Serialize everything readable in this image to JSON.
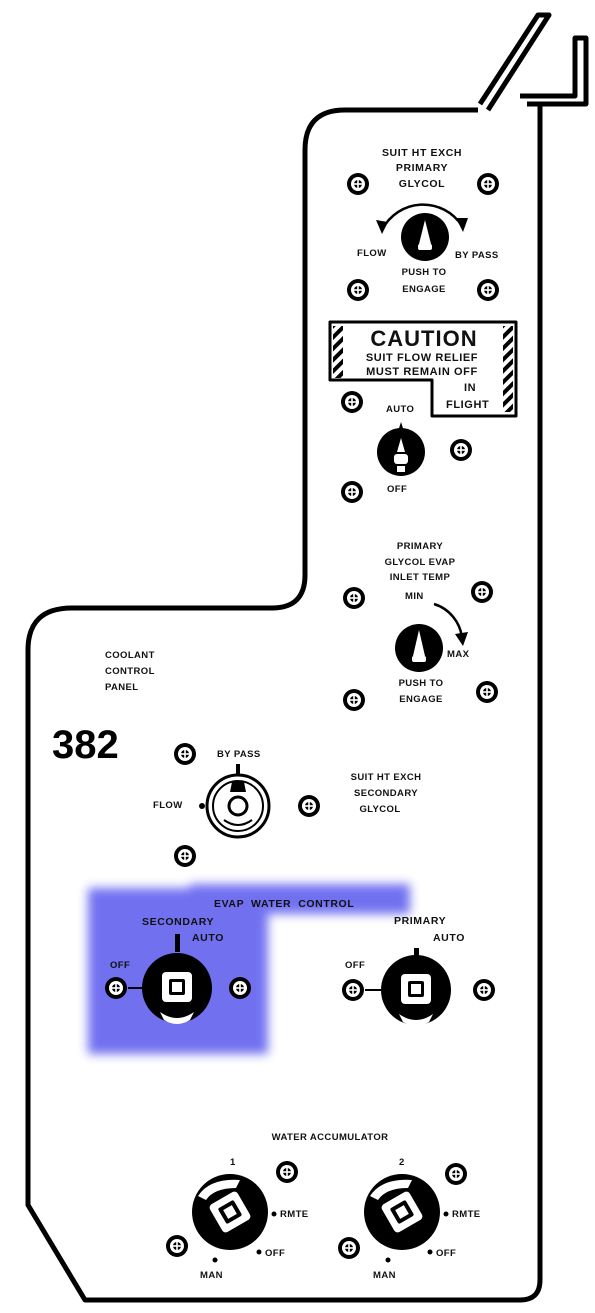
{
  "panel": {
    "number": "382",
    "title_lines": [
      "COOLANT",
      "CONTROL",
      "PANEL"
    ]
  },
  "suit_ht_exch_primary": {
    "title_lines": [
      "SUIT HT EXCH",
      "PRIMARY",
      "GLYCOL"
    ],
    "left_label": "FLOW",
    "right_label": "BY PASS",
    "push_lines": [
      "PUSH TO",
      "ENGAGE"
    ]
  },
  "caution": {
    "title": "CAUTION",
    "lines": [
      "SUIT FLOW RELIEF",
      "MUST REMAIN OFF"
    ],
    "in": "IN",
    "flight": "FLIGHT"
  },
  "suit_flow_relief": {
    "top_label": "AUTO",
    "bottom_label": "OFF"
  },
  "primary_glycol_evap": {
    "title_lines": [
      "PRIMARY",
      "GLYCOL EVAP",
      "INLET TEMP"
    ],
    "min_label": "MIN",
    "max_label": "MAX",
    "push_lines": [
      "PUSH TO",
      "ENGAGE"
    ]
  },
  "suit_ht_exch_secondary": {
    "top_label": "BY PASS",
    "left_label": "FLOW",
    "title_lines": [
      "SUIT HT EXCH",
      "SECONDARY",
      "GLYCOL"
    ]
  },
  "evap_water_control": {
    "title": "EVAP  WATER  CONTROL",
    "secondary_label": "SECONDARY",
    "secondary_auto": "AUTO",
    "secondary_off": "OFF",
    "primary_label": "PRIMARY",
    "primary_auto": "AUTO",
    "primary_off": "OFF",
    "highlight_color": "#6666ee"
  },
  "water_accumulator": {
    "title": "WATER ACCUMULATOR",
    "switch1": {
      "number": "1",
      "rmte": "RMTE",
      "off": "OFF",
      "man": "MAN"
    },
    "switch2": {
      "number": "2",
      "rmte": "RMTE",
      "off": "OFF",
      "man": "MAN"
    }
  }
}
